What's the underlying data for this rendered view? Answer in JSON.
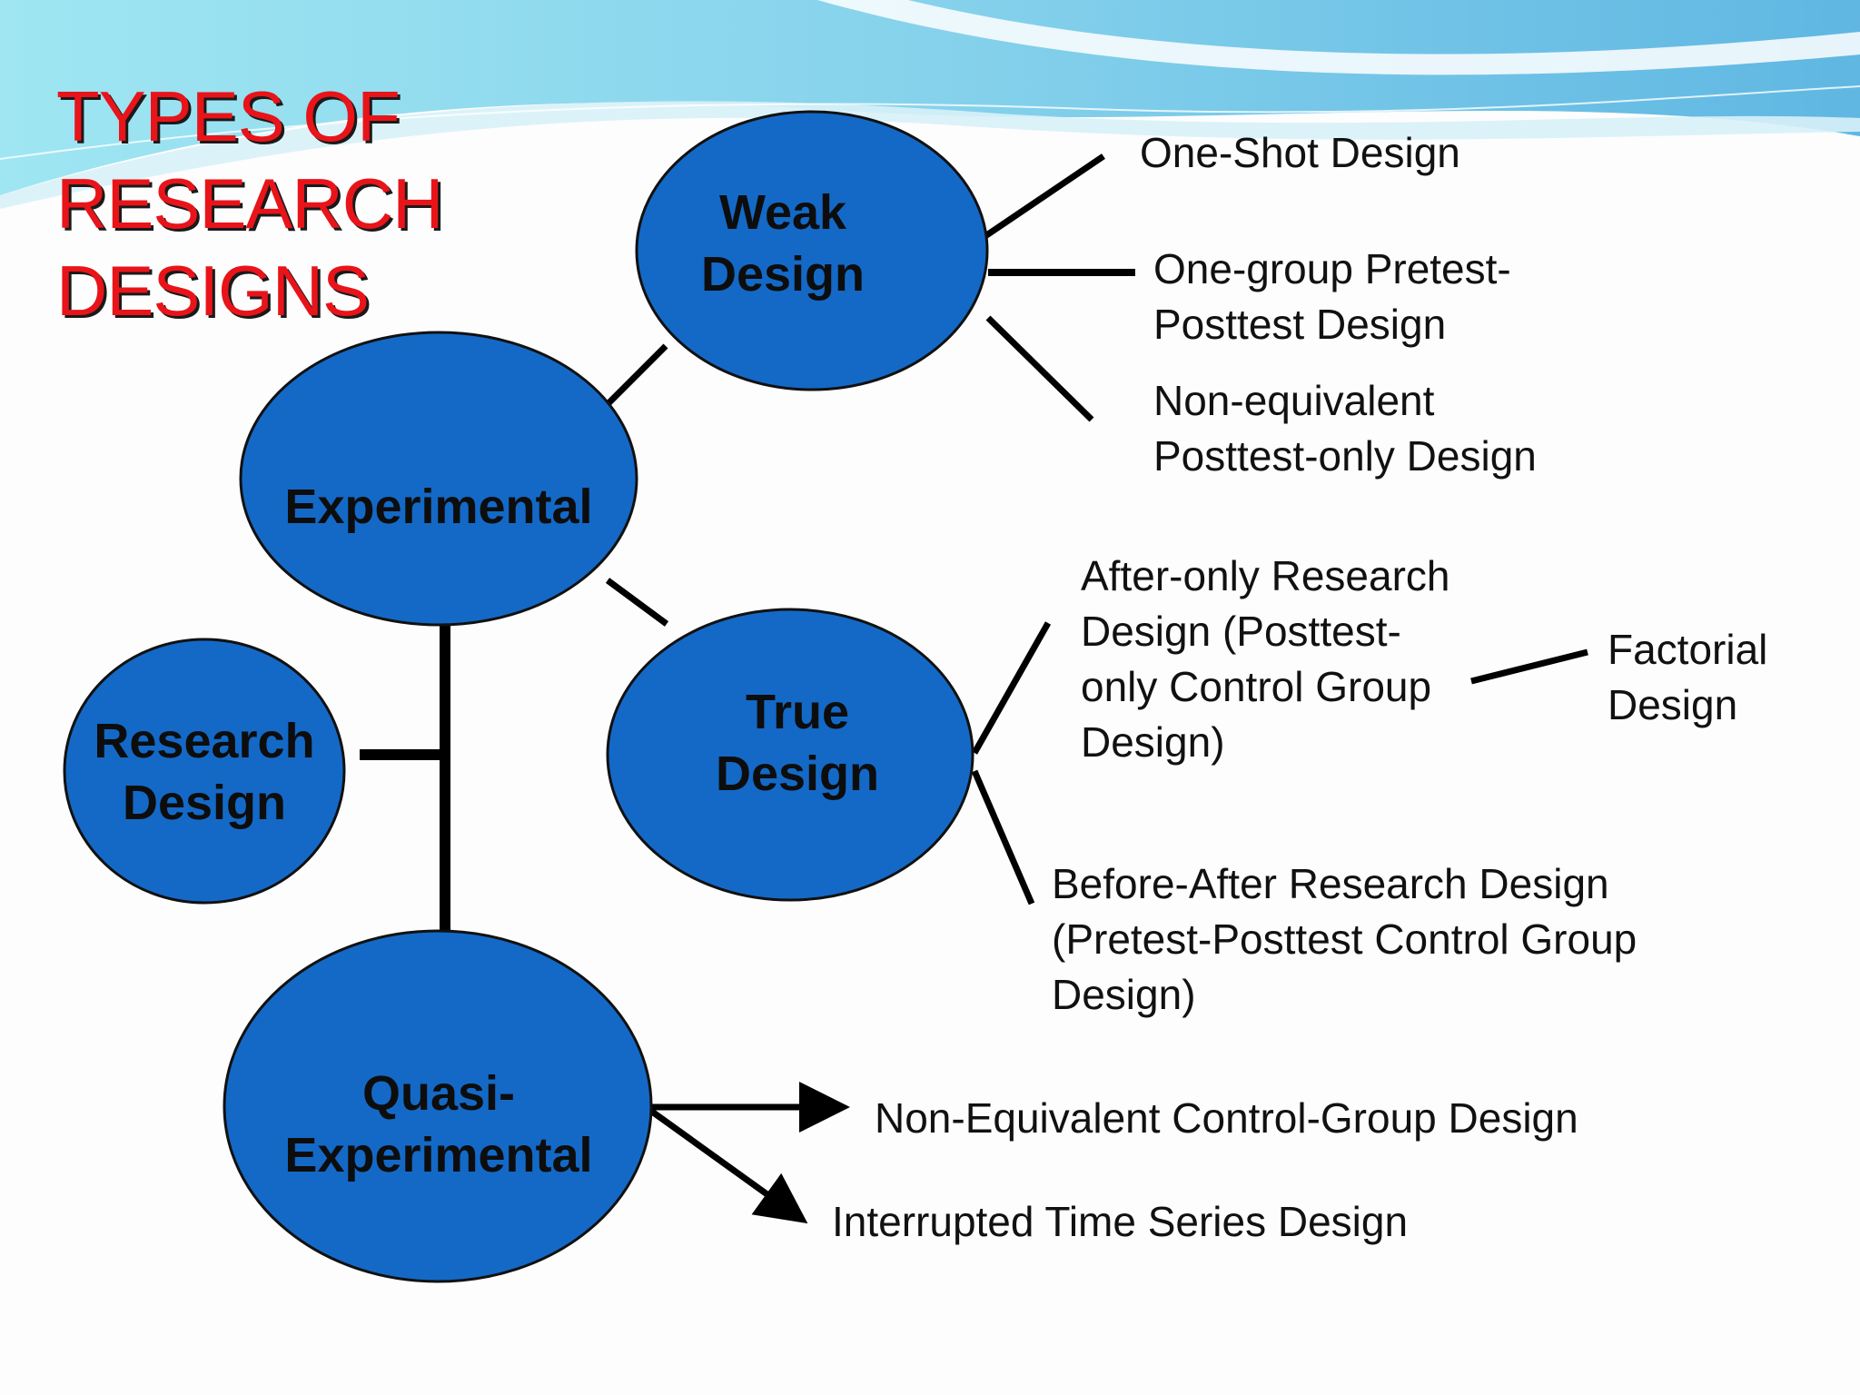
{
  "title": {
    "lines": [
      "TYPES OF",
      "RESEARCH",
      "DESIGNS"
    ]
  },
  "colors": {
    "node_fill": "#1469c7",
    "node_stroke": "#111111",
    "title_red": "#e8141a",
    "connector": "#000000",
    "wave_light": "#8fd8ee",
    "wave_dark": "#4fb0de"
  },
  "nodes": {
    "research_design": {
      "lines": [
        "Research",
        "Design"
      ]
    },
    "experimental": {
      "lines": [
        "Experimental"
      ]
    },
    "weak_design": {
      "lines": [
        "Weak",
        "Design"
      ]
    },
    "true_design": {
      "lines": [
        "True",
        "Design"
      ]
    },
    "quasi_experimental": {
      "lines": [
        "Quasi-",
        "Experimental"
      ]
    }
  },
  "leaves": {
    "one_shot": {
      "lines": [
        "One-Shot Design"
      ]
    },
    "one_group": {
      "lines": [
        "One-group Pretest-",
        "Posttest Design"
      ]
    },
    "non_equivalent_posttest": {
      "lines": [
        "Non-equivalent",
        "Posttest-only Design"
      ]
    },
    "after_only": {
      "lines": [
        "After-only Research",
        "Design (Posttest-",
        "only Control Group",
        "Design)"
      ]
    },
    "factorial": {
      "lines": [
        "Factorial",
        "Design"
      ]
    },
    "before_after": {
      "lines": [
        "Before-After Research Design",
        "(Pretest-Posttest Control Group",
        "Design)"
      ]
    },
    "non_equivalent_control": {
      "lines": [
        "Non-Equivalent Control-Group Design"
      ]
    },
    "interrupted_time_series": {
      "lines": [
        "Interrupted Time Series Design"
      ]
    }
  }
}
